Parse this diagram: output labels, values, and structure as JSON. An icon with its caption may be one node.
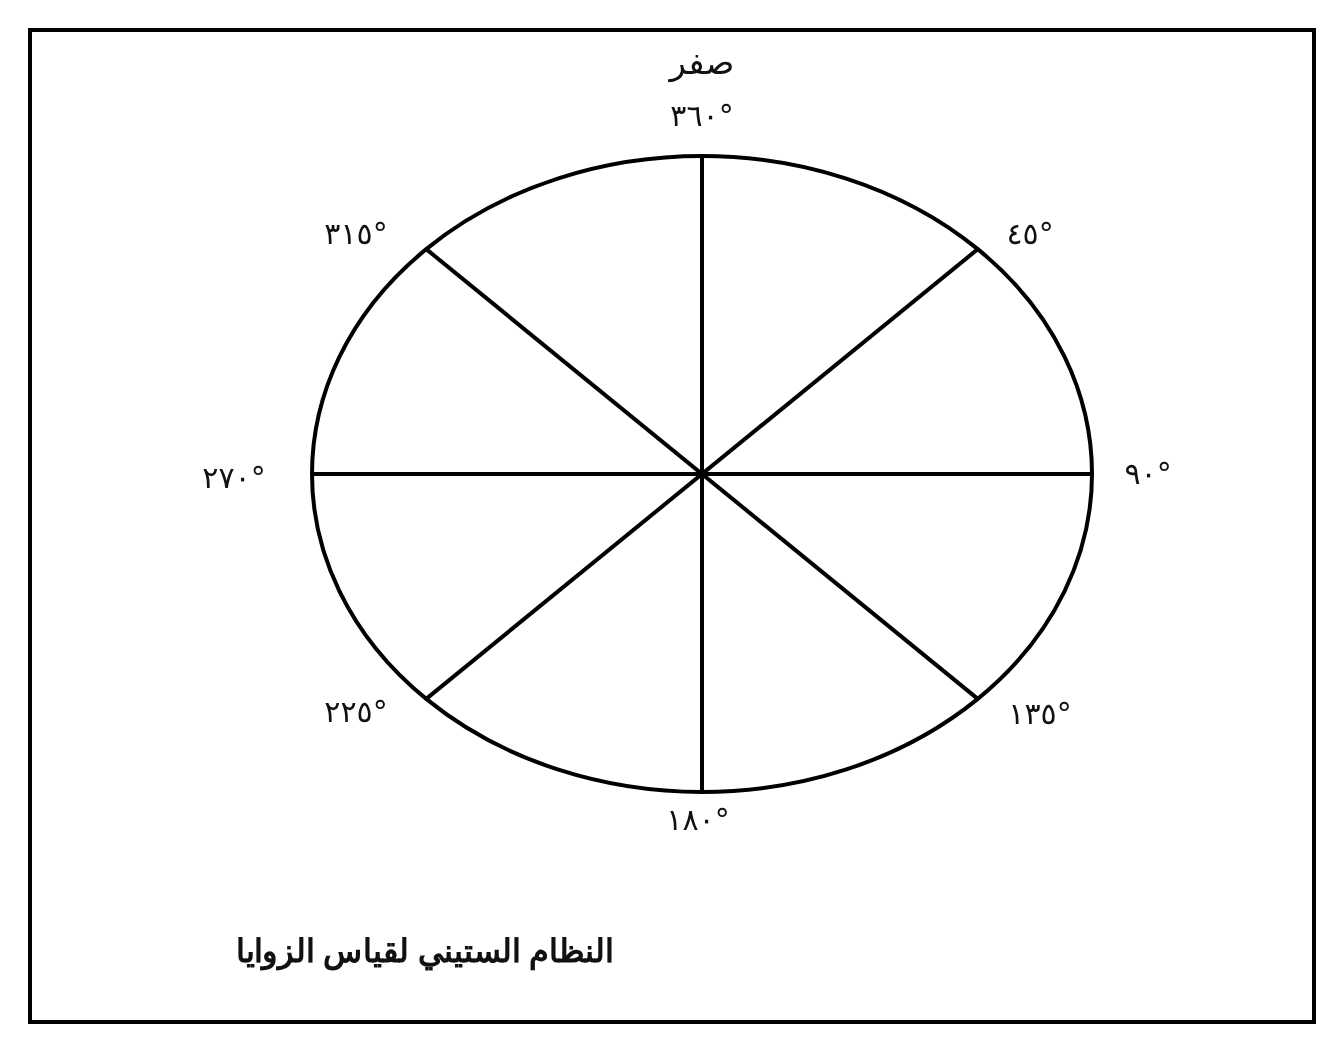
{
  "diagram": {
    "caption": "النظام الستيني لقياس الزوايا",
    "labels": [
      "صفر",
      "٣٦٠°",
      "٣١٥°",
      "٤٥°",
      "٢٧٠°",
      "٩٠°",
      "٢٢٥°",
      "١٣٥°",
      "١٨٠°"
    ]
  }
}
